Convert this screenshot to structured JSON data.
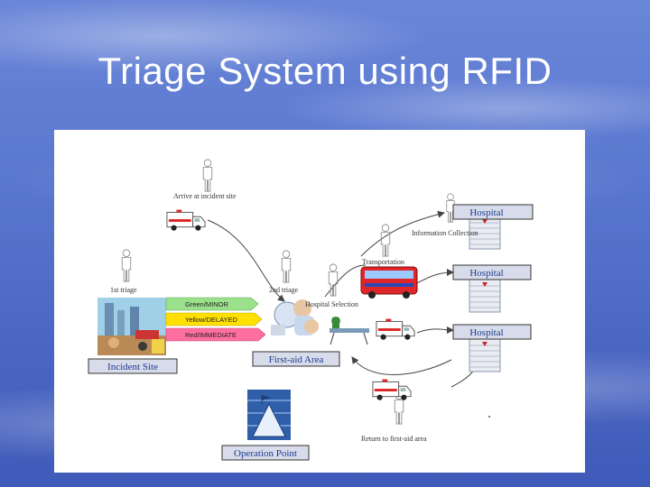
{
  "slide": {
    "title": "Triage System using RFID"
  },
  "diagram": {
    "labels": {
      "arrive": "Arrive at incident site",
      "first_triage": "1st triage",
      "second_triage": "2nd triage",
      "hospital_selection": "Hospital Selection",
      "transportation": "Transportation",
      "information_collection": "Information Collection",
      "return": "Return to first-aid area"
    },
    "boxes": {
      "incident_site": "Incident Site",
      "first_aid_area": "First-aid Area",
      "operation_point": "Operation Point",
      "hospital_1": "Hospital",
      "hospital_2": "Hospital",
      "hospital_3": "Hospital"
    },
    "triage_levels": {
      "green": "Green/MINOR",
      "yellow": "Yellow/DELAYED",
      "red": "Red/IMMEDIATE"
    },
    "colors": {
      "green": "#9be08a",
      "yellow": "#ffe000",
      "red": "#ff6fa0",
      "box_fill": "#d8dcea",
      "box_text": "#1b3b8f"
    }
  }
}
